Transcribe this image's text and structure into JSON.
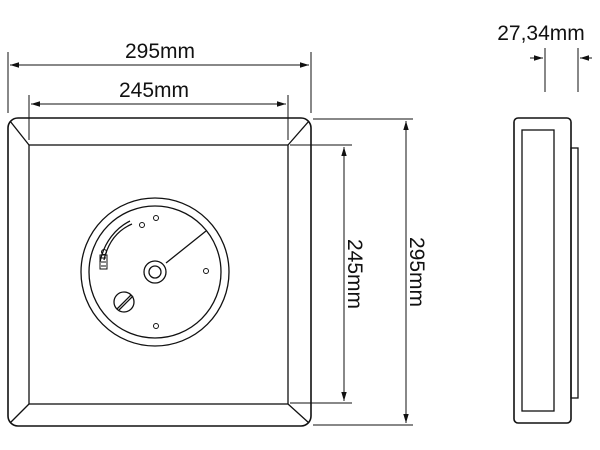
{
  "dimensions": {
    "outer_width": "295mm",
    "inner_width": "245mm",
    "inner_height": "245mm",
    "outer_height": "295mm",
    "depth": "27,34mm"
  },
  "views": {
    "front": {
      "component": "round-mounting-plate-with-screws"
    },
    "side": {
      "component": "side-profile"
    }
  }
}
